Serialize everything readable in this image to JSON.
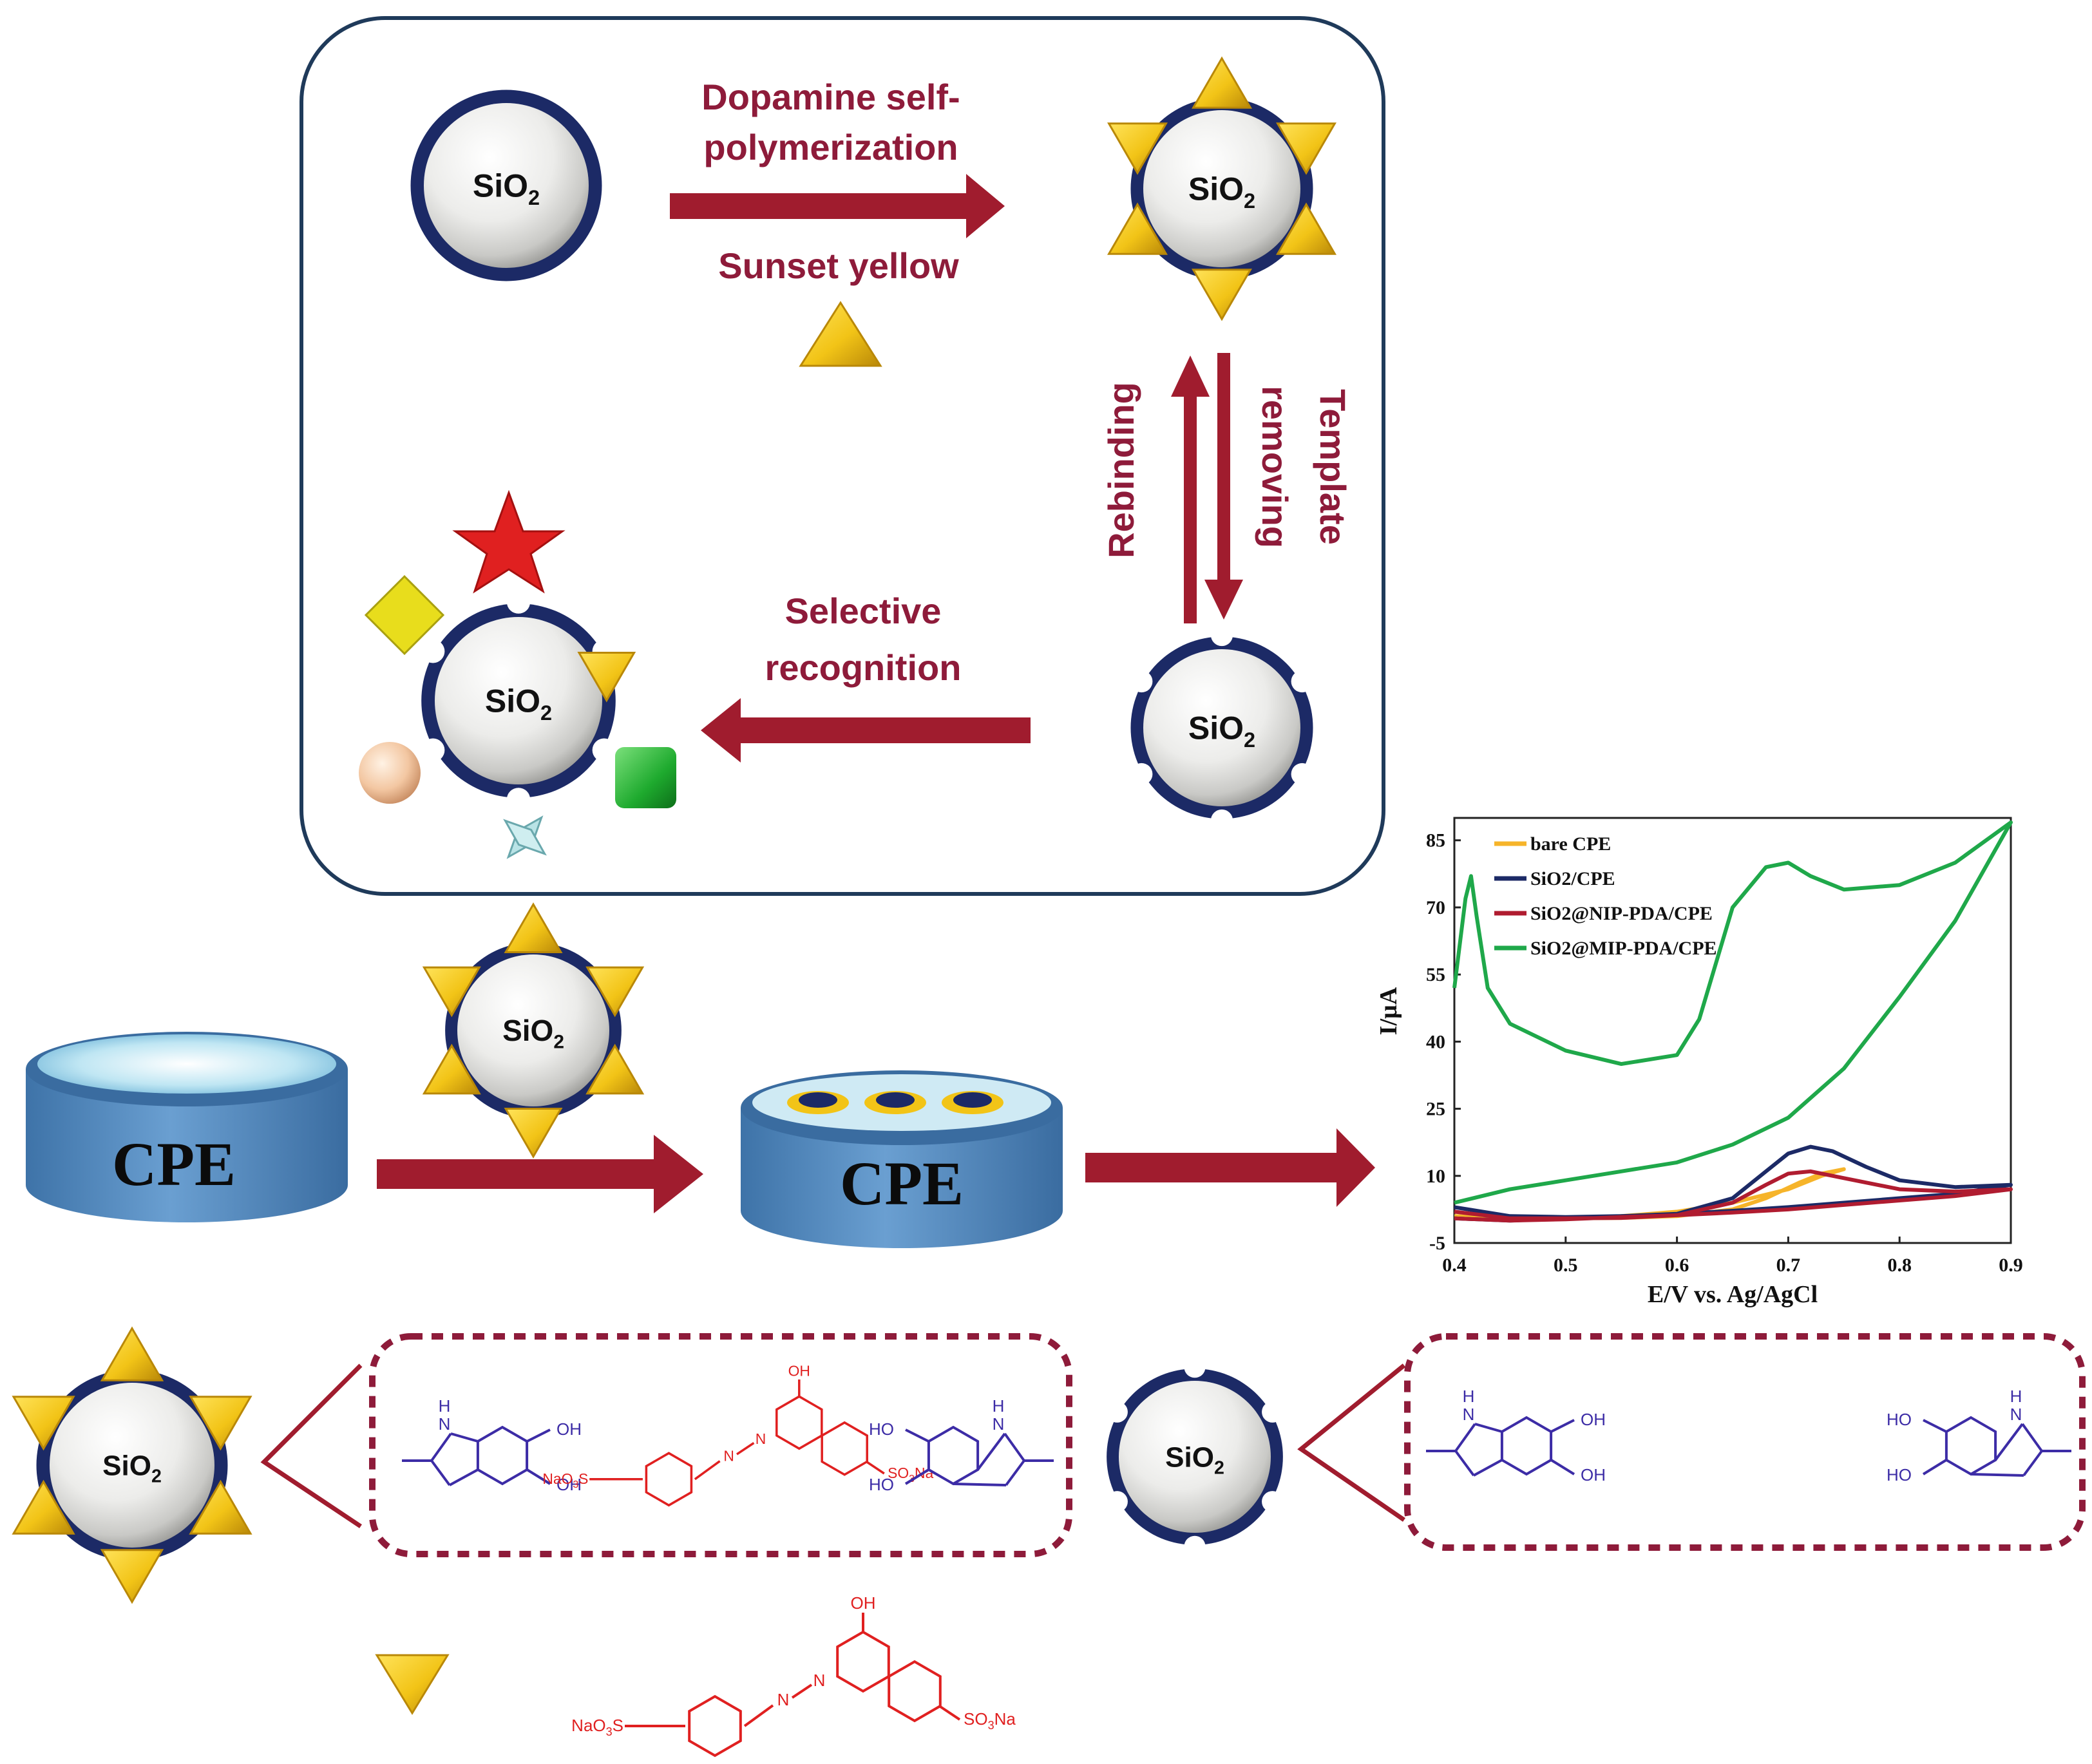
{
  "colors": {
    "arrow": "#a01c2e",
    "label": "#8e1b3a",
    "frame": "#1f3a5a",
    "triangle": "#f2c417",
    "monomer_blue": "#3c2ca6",
    "dye_red": "#e02020",
    "cpe_blue": "#5b8fc3"
  },
  "icons": [
    "sio2-sphere-icon",
    "triangle-template-icon",
    "star-icon",
    "diamond-icon",
    "ball-icon",
    "square-icon",
    "cross-icon",
    "electrode-icon"
  ],
  "scheme": {
    "step1_line1": "Dopamine self-",
    "step1_line2": "polymerization",
    "template_label": "Sunset yellow",
    "step2_line1": "Template",
    "step2_line2": "removing",
    "rebinding": "Rebinding",
    "step3_line1": "Selective",
    "step3_line2": "recognition",
    "particle_main": "SiO",
    "particle_sub": "2"
  },
  "electrode": {
    "label_bare": "CPE",
    "label_modified": "CPE"
  },
  "chem": {
    "nh": "H",
    "n": "N",
    "oh": "OH",
    "ho": "HO",
    "azo": "N",
    "naso3": "NaO",
    "naso3_sub": "3",
    "naso3_s": "S",
    "so3na_a": "SO",
    "so3na_sub": "3",
    "so3na_b": "Na"
  },
  "chart_data": {
    "type": "line",
    "xlabel": "E/V vs. Ag/AgCl",
    "ylabel": "I/µA",
    "xlim": [
      0.4,
      0.9
    ],
    "ylim": [
      -5,
      90
    ],
    "xticks": [
      0.4,
      0.5,
      0.6,
      0.7,
      0.8,
      0.9
    ],
    "xtick_labels": [
      "0.4",
      "0.5",
      "0.6",
      "0.7",
      "0.8",
      "0.9"
    ],
    "yticks": [
      -5,
      10,
      25,
      40,
      55,
      70,
      85
    ],
    "ytick_labels": [
      "-5",
      "10",
      "25",
      "40",
      "55",
      "70",
      "85"
    ],
    "legend_position": "top-left",
    "series": [
      {
        "name": "bare CPE",
        "color": "#f6b42a",
        "x": [
          0.4,
          0.45,
          0.5,
          0.55,
          0.6,
          0.65,
          0.68,
          0.71,
          0.73,
          0.75,
          0.73,
          0.7,
          0.65,
          0.6,
          0.55,
          0.5,
          0.45,
          0.4
        ],
        "y": [
          1,
          0.5,
          0.5,
          0.6,
          1,
          2.5,
          5,
          8.5,
          10.5,
          11.5,
          10,
          7,
          4,
          2,
          1,
          0.5,
          0.5,
          1
        ]
      },
      {
        "name": "SiO2/CPE",
        "color": "#1c2a66",
        "x": [
          0.4,
          0.45,
          0.5,
          0.55,
          0.6,
          0.65,
          0.68,
          0.7,
          0.72,
          0.74,
          0.77,
          0.8,
          0.85,
          0.9,
          0.85,
          0.8,
          0.75,
          0.7,
          0.65,
          0.6,
          0.55,
          0.5,
          0.45,
          0.4
        ],
        "y": [
          3,
          1,
          0.8,
          1,
          1.5,
          5,
          11,
          15,
          16.5,
          15.5,
          12,
          9,
          7.5,
          8,
          6,
          5,
          4,
          3,
          2.2,
          1.5,
          1,
          0.5,
          0,
          0.5
        ]
      },
      {
        "name": "SiO2@NIP-PDA/CPE",
        "color": "#b01c30",
        "x": [
          0.4,
          0.45,
          0.5,
          0.55,
          0.6,
          0.65,
          0.68,
          0.7,
          0.72,
          0.75,
          0.8,
          0.85,
          0.9,
          0.85,
          0.8,
          0.75,
          0.7,
          0.65,
          0.6,
          0.55,
          0.5,
          0.45,
          0.4
        ],
        "y": [
          2,
          0.5,
          0.5,
          0.6,
          1.2,
          4,
          8,
          10.5,
          11,
          9.5,
          7,
          6.5,
          7,
          5.5,
          4.5,
          3.5,
          2.5,
          1.8,
          1.2,
          0.8,
          0.3,
          0,
          0.5
        ]
      },
      {
        "name": "SiO2@MIP-PDA/CPE",
        "color": "#1fa84a",
        "x": [
          0.4,
          0.41,
          0.415,
          0.42,
          0.43,
          0.45,
          0.5,
          0.55,
          0.6,
          0.62,
          0.65,
          0.68,
          0.7,
          0.72,
          0.75,
          0.8,
          0.85,
          0.9,
          0.85,
          0.8,
          0.75,
          0.7,
          0.65,
          0.6,
          0.55,
          0.5,
          0.45,
          0.4
        ],
        "y": [
          52,
          72,
          77,
          68,
          52,
          44,
          38,
          35,
          37,
          45,
          70,
          79,
          80,
          77,
          74,
          75,
          80,
          89,
          67,
          50,
          34,
          23,
          17,
          13,
          11,
          9,
          7,
          4
        ]
      }
    ]
  }
}
